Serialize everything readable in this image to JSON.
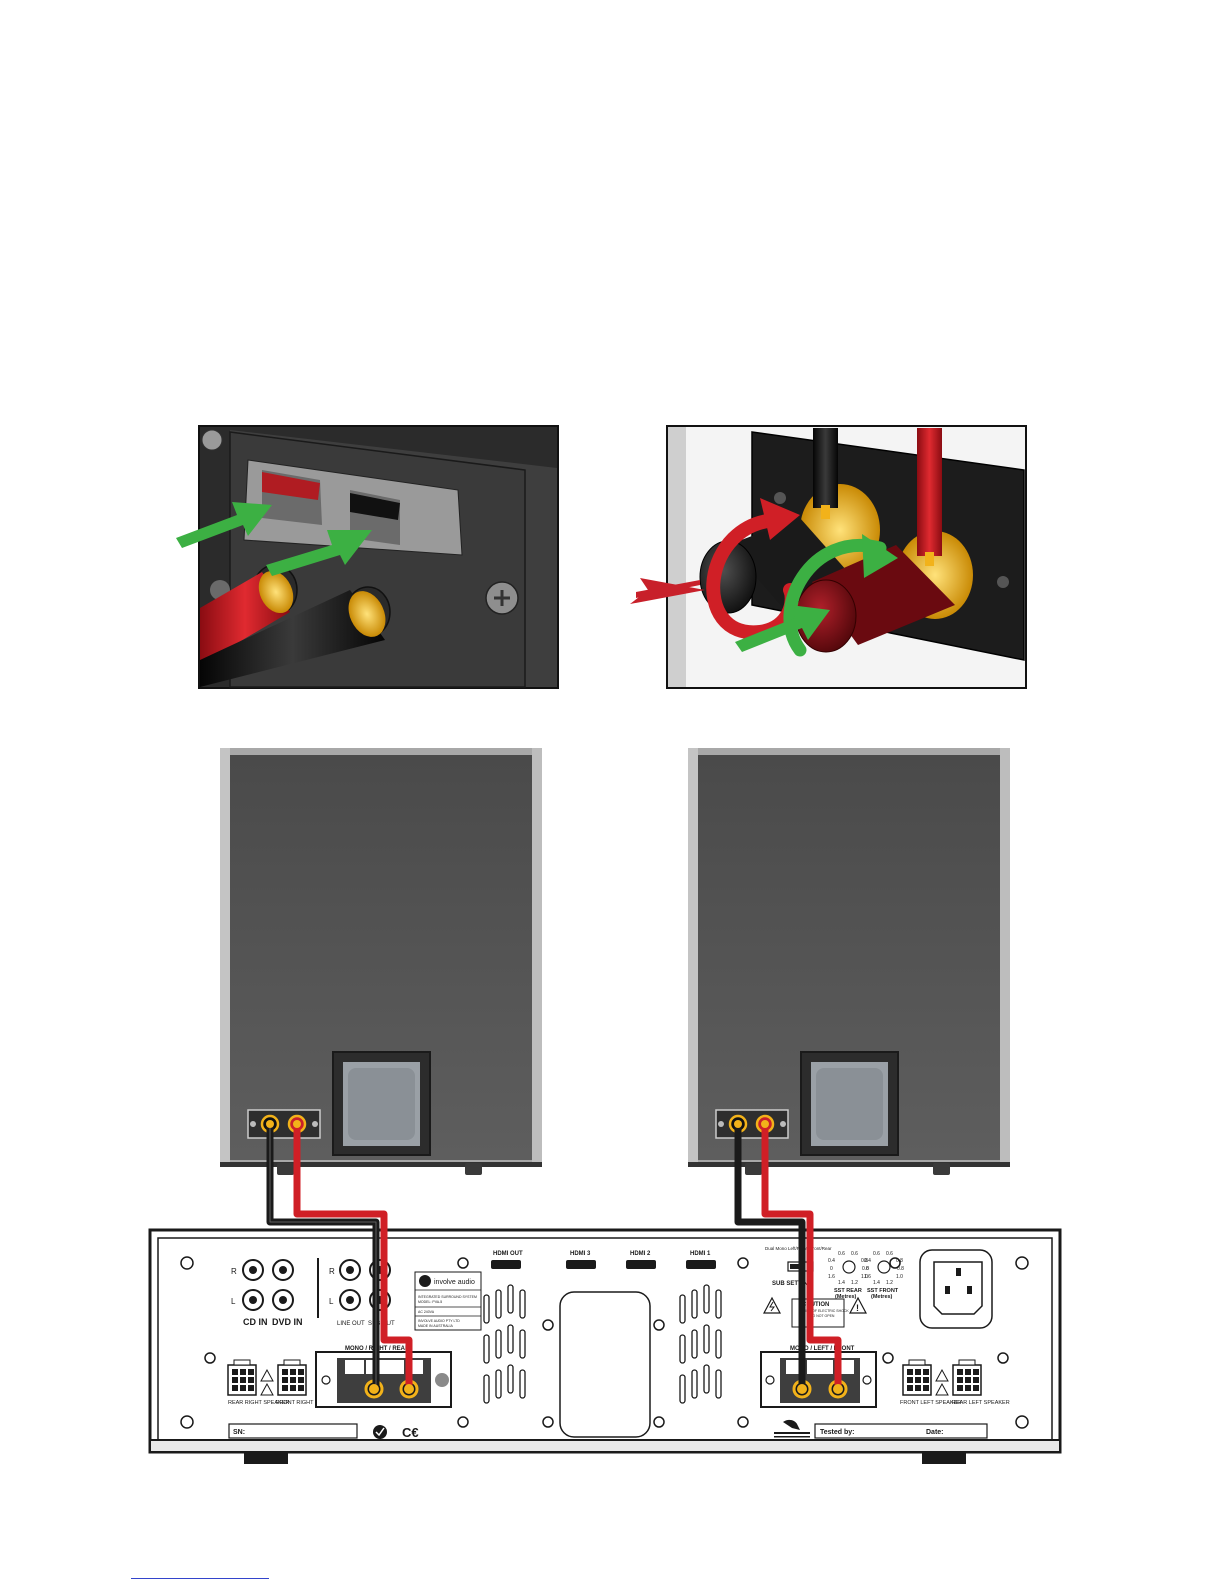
{
  "amplifier": {
    "inputs": {
      "channel_r": "R",
      "channel_l": "L",
      "cd_in": "CD IN",
      "dvd_in": "DVD IN",
      "line_out": "LINE OUT",
      "sub_out": "SUB OUT"
    },
    "brand": {
      "name": "involve audio",
      "line1": "INTEGRATED SURROUND SYSTEM",
      "line2": "MODEL: PVA-5",
      "line3": "AC 240VA",
      "line4": "INVOLVE AUDIO PTY LTD",
      "line5": "MADE IN AUSTRALIA"
    },
    "hdmi": [
      "HDMI OUT",
      "HDMI 3",
      "HDMI 2",
      "HDMI 1"
    ],
    "sub_switch": {
      "label": "SUB SETTING",
      "options": [
        "Dual Mono",
        "Left/Right",
        "Front/Rear"
      ]
    },
    "sst_rear": {
      "label": "SST REAR",
      "unit": "(Metres)",
      "ticks": [
        "0.4",
        "0.6",
        "0.8",
        "1.0",
        "1.2",
        "1.4",
        "1.6",
        "0",
        "0.8"
      ]
    },
    "sst_front": {
      "label": "SST FRONT",
      "unit": "(Metres)",
      "ticks": [
        "0.4",
        "0.6",
        "0.8",
        "1.0",
        "1.2",
        "1.4",
        "1.6",
        "0",
        "0.8"
      ]
    },
    "caution": {
      "title": "CAUTION",
      "line1": "RISK OF ELECTRIC SHOCK",
      "line2": "DO NOT OPEN"
    },
    "speaker_terminals": {
      "right": "MONO / RIGHT / REAR",
      "left": "MONO / LEFT / FRONT"
    },
    "connectors": {
      "rear_right": "REAR RIGHT SPEAKER",
      "front_right": "FRONT RIGHT SPEAKER",
      "front_left": "FRONT LEFT SPEAKER",
      "rear_left": "REAR LEFT SPEAKER"
    },
    "serial_label": "SN:",
    "tested_by": "Tested by:",
    "date_label": "Date:"
  },
  "colors": {
    "arrow_green": "#3cb043",
    "arrow_red": "#c8202a",
    "wire_red": "#d01f26",
    "wire_black": "#1a1a1a",
    "speaker_body": "#5a5a5a",
    "gold": "#f2b21a"
  }
}
